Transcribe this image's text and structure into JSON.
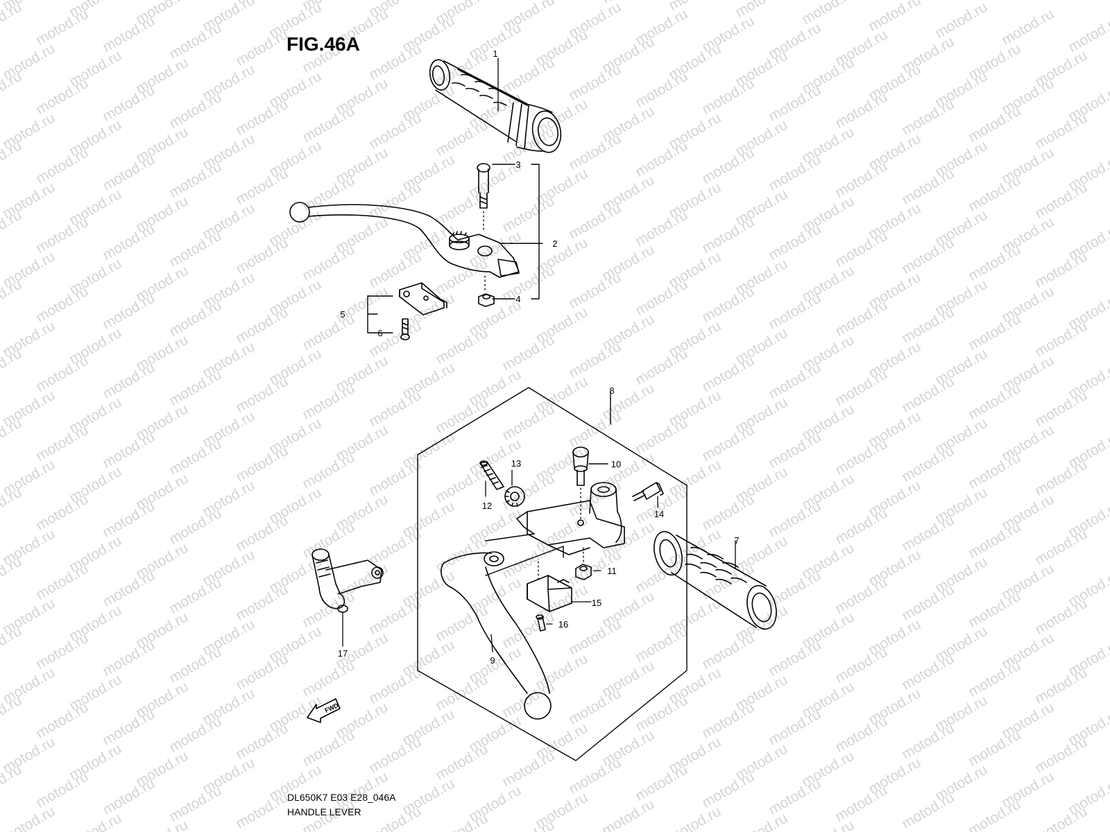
{
  "figure": {
    "title": "FIG.46A",
    "code": "DL650K7 E03 E28_046A",
    "name": "HANDLE LEVER",
    "watermark": "motod.ru",
    "fwd_label": "FWD"
  },
  "callouts": [
    "1",
    "2",
    "3",
    "4",
    "5",
    "6",
    "7",
    "8",
    "9",
    "10",
    "11",
    "12",
    "13",
    "14",
    "15",
    "16",
    "17"
  ],
  "colors": {
    "line": "#000000",
    "background": "#ffffff",
    "watermark": "#d4d4d4"
  }
}
